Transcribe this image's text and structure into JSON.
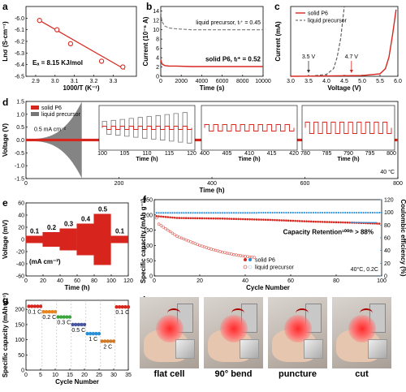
{
  "panels": [
    "a",
    "b",
    "c",
    "d",
    "e",
    "f",
    "g",
    "h"
  ],
  "chart_data": [
    {
      "id": "a",
      "type": "scatter",
      "xlabel": "1000/T (K⁻¹)",
      "ylabel": "Lnσ (S·cm⁻¹)",
      "xlim": [
        2.85,
        3.42
      ],
      "ylim": [
        -6.5,
        -5.9
      ],
      "xticks": [
        "2.9",
        "3.0",
        "3.1",
        "3.2",
        "3.3"
      ],
      "yticks": [
        "-6.0",
        "-6.1",
        "-6.2",
        "-6.3",
        "-6.4",
        "-6.5"
      ],
      "points": [
        [
          2.92,
          -6.02
        ],
        [
          3.01,
          -6.1
        ],
        [
          3.08,
          -6.22
        ],
        [
          3.24,
          -6.37
        ],
        [
          3.35,
          -6.42
        ]
      ],
      "fit": [
        [
          2.92,
          -6.02
        ],
        [
          3.36,
          -6.44
        ]
      ],
      "annotation": "Eₐ = 8.15 KJ/mol"
    },
    {
      "id": "b",
      "type": "line",
      "xlabel": "Time (s)",
      "ylabel": "Current (10⁻⁶ A)",
      "xlim": [
        0,
        10000
      ],
      "ylim": [
        0,
        15
      ],
      "xticks": [
        "0",
        "2000",
        "4000",
        "6000",
        "8000",
        "10000"
      ],
      "yticks": [
        "0",
        "2",
        "4",
        "6",
        "8",
        "10",
        "12",
        "14"
      ],
      "series": [
        {
          "name": "liquid precursor",
          "label": "liquid precursor, tₗ⁺ = 0.45",
          "x": [
            0,
            60,
            150,
            400,
            800,
            1500,
            3000,
            5000,
            7000,
            10000
          ],
          "y": [
            13.8,
            12.5,
            11.6,
            10.8,
            10.4,
            10.2,
            10.0,
            10.0,
            10.0,
            10.0
          ]
        },
        {
          "name": "solid P6",
          "label": "solid P6, tₗ⁺ = 0.52",
          "x": [
            0,
            60,
            150,
            400,
            800,
            1500,
            3000,
            5000,
            7000,
            10000
          ],
          "y": [
            3.6,
            3.0,
            2.6,
            2.3,
            2.2,
            2.2,
            2.1,
            2.1,
            2.1,
            2.1
          ]
        }
      ]
    },
    {
      "id": "c",
      "type": "line",
      "xlabel": "Voltage (V)",
      "ylabel": "Current (mA)",
      "xlim": [
        3.0,
        6.0
      ],
      "ylim": [
        0,
        1.1
      ],
      "xticks": [
        "3.0",
        "3.5",
        "4.0",
        "4.5",
        "5.0",
        "5.5",
        "6.0"
      ],
      "series": [
        {
          "name": "solid P6",
          "x": [
            3.0,
            4.0,
            5.0,
            5.5,
            5.65,
            5.75,
            5.85,
            5.95
          ],
          "y": [
            0.0,
            0.005,
            0.012,
            0.04,
            0.12,
            0.3,
            0.65,
            1.05
          ]
        },
        {
          "name": "liquid precursor",
          "x": [
            3.0,
            3.5,
            4.0,
            4.2,
            4.3,
            4.4,
            4.45,
            4.5
          ],
          "y": [
            0.0,
            0.0,
            0.03,
            0.12,
            0.3,
            0.6,
            0.85,
            1.1
          ]
        }
      ],
      "annotations": [
        "3.5 V",
        "4.7 V"
      ]
    },
    {
      "id": "d",
      "type": "line",
      "xlabel": "Time (h)",
      "ylabel": "Voltage (V)",
      "xlim": [
        0,
        800
      ],
      "ylim": [
        -1.5,
        1.5
      ],
      "xticks": [
        "0",
        "200",
        "400",
        "600",
        "800"
      ],
      "yticks": [
        "1.5",
        "1.0",
        "0.5",
        "0.0",
        "-0.5",
        "-1.0",
        "-1.5"
      ],
      "series": [
        {
          "name": "solid P6"
        },
        {
          "name": "liquid precursor"
        }
      ],
      "annotations": [
        "0.5 mA cm⁻²",
        "40 °C"
      ],
      "insets": [
        {
          "xlabel": "Time (h)",
          "xticks": [
            "100",
            "105",
            "110",
            "115",
            "120"
          ]
        },
        {
          "xlabel": "Time (h)",
          "xticks": [
            "400",
            "405",
            "410",
            "415",
            "420"
          ]
        },
        {
          "xlabel": "Time (h)",
          "xticks": [
            "780",
            "785",
            "790",
            "795",
            "800"
          ]
        }
      ]
    },
    {
      "id": "e",
      "type": "line",
      "xlabel": "Time (h)",
      "ylabel": "Voltage (mV)",
      "xlim": [
        0,
        120
      ],
      "ylim": [
        -60,
        60
      ],
      "xticks": [
        "0",
        "20",
        "40",
        "60",
        "80",
        "100",
        "120"
      ],
      "yticks": [
        "60",
        "40",
        "20",
        "0",
        "-20",
        "-40",
        "-60"
      ],
      "steps": [
        {
          "rate": "0.1",
          "from": 0,
          "to": 20,
          "amp": 6
        },
        {
          "rate": "0.2",
          "from": 20,
          "to": 40,
          "amp": 12
        },
        {
          "rate": "0.3",
          "from": 40,
          "to": 60,
          "amp": 18
        },
        {
          "rate": "0.4",
          "from": 60,
          "to": 80,
          "amp": 26
        },
        {
          "rate": "0.5",
          "from": 80,
          "to": 100,
          "amp": 42
        },
        {
          "rate": "0.1",
          "from": 100,
          "to": 120,
          "amp": 6
        }
      ],
      "unit_note": "(mA cm⁻²)"
    },
    {
      "id": "f",
      "type": "scatter",
      "xlabel": "Cycle Number",
      "ylabel": "Specific capacity (mAh g⁻¹)",
      "y2label": "Coulombic efficiency (%)",
      "xlim": [
        0,
        100
      ],
      "ylim": [
        0,
        250
      ],
      "y2lim": [
        0,
        120
      ],
      "xticks": [
        "0",
        "20",
        "40",
        "60",
        "80",
        "100"
      ],
      "yticks": [
        "250",
        "200",
        "150",
        "100",
        "50",
        "0"
      ],
      "y2ticks": [
        "120",
        "100",
        "80",
        "60",
        "40",
        "20",
        "0"
      ],
      "series": [
        {
          "name": "solid P6",
          "capacity": [
            [
              1,
              196
            ],
            [
              10,
              190
            ],
            [
              20,
              189
            ],
            [
              30,
              188
            ],
            [
              40,
              186
            ],
            [
              50,
              184
            ],
            [
              60,
              181
            ],
            [
              70,
              178
            ],
            [
              80,
              176
            ],
            [
              90,
              174
            ],
            [
              100,
              171
            ]
          ],
          "efficiency": 99.5
        },
        {
          "name": "liquid precursor",
          "capacity": [
            [
              1,
              190
            ],
            [
              2,
              170
            ],
            [
              4,
              160
            ],
            [
              6,
              150
            ],
            [
              8,
              140
            ],
            [
              10,
              130
            ],
            [
              15,
              115
            ],
            [
              20,
              100
            ],
            [
              25,
              88
            ],
            [
              30,
              78
            ],
            [
              35,
              70
            ],
            [
              40,
              64
            ],
            [
              45,
              60
            ]
          ],
          "efficiency": 99.0
        }
      ],
      "annotations": [
        "Capacity Retention¹⁰⁰ᵗʰ > 88%",
        "40°C, 0.2C"
      ]
    },
    {
      "id": "g",
      "type": "scatter",
      "xlabel": "Cycle Number",
      "ylabel": "Specific capacity (mAh g⁻¹)",
      "xlim": [
        0,
        35
      ],
      "ylim": [
        0,
        230
      ],
      "xticks": [
        "0",
        "5",
        "10",
        "15",
        "20",
        "25",
        "30",
        "35"
      ],
      "yticks": [
        "0",
        "50",
        "100",
        "150",
        "200"
      ],
      "groups": [
        {
          "label": "0.1 C",
          "color": "#d7261e",
          "from": 1,
          "to": 5,
          "value": 210
        },
        {
          "label": "0.2 C",
          "color": "#e8821a",
          "from": 6,
          "to": 10,
          "value": 192
        },
        {
          "label": "0.3 C",
          "color": "#3aa53a",
          "from": 11,
          "to": 15,
          "value": 175
        },
        {
          "label": "0.5 C",
          "color": "#4a55a2",
          "from": 16,
          "to": 20,
          "value": 150
        },
        {
          "label": "1 C",
          "color": "#2b8fd6",
          "from": 21,
          "to": 25,
          "value": 120
        },
        {
          "label": "2 C",
          "color": "#d07b2a",
          "from": 26,
          "to": 30,
          "value": 95
        },
        {
          "label": "0.1 C",
          "color": "#d7261e",
          "from": 31,
          "to": 35,
          "value": 208
        }
      ]
    }
  ],
  "photos": {
    "labels": [
      "flat  cell",
      "90° bend",
      "puncture",
      "cut"
    ]
  },
  "colors": {
    "red": "#d7261e",
    "gray": "#888888",
    "blue": "#2b8fd6"
  }
}
